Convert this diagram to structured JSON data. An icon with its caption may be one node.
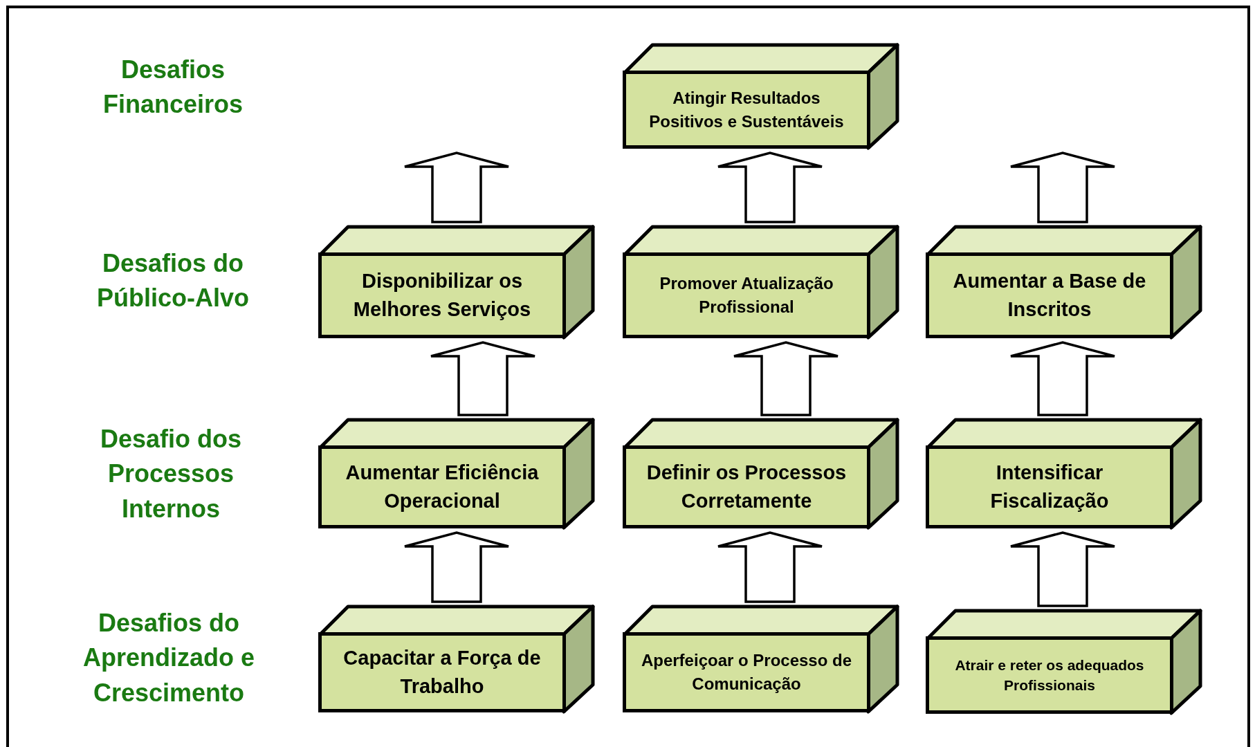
{
  "diagram": {
    "nodes": [
      {
        "text": [
          "Atingir Resultados Positivos e Sustentáveis"
        ]
      },
      {
        "text": [
          "Disponibilizar os Melhores Serviços"
        ]
      },
      {
        "text": [
          "Promover Atualização Profissional"
        ]
      },
      {
        "text": [
          "Aumentar a Base de Inscritos"
        ]
      },
      {
        "text": [
          "Aumentar Eficiência Operacional"
        ]
      },
      {
        "text": [
          "Definir os Processos Corretamente"
        ]
      },
      {
        "text": [
          "Intensificar Fiscalização"
        ]
      },
      {
        "text": [
          "Capacitar a Força de Trabalho"
        ]
      },
      {
        "text": [
          "Aperfeiçoar o Processo de Comunicação"
        ]
      },
      {
        "text": [
          "Atrair e reter os adequados Profissionais"
        ]
      }
    ],
    "edges": [
      {
        "from": 1,
        "to": null,
        "arrow": "to"
      },
      {
        "from": 2,
        "to": 0,
        "arrow": "to"
      },
      {
        "from": 3,
        "to": null,
        "arrow": "to"
      },
      {
        "from": 4,
        "to": 1,
        "arrow": "to"
      },
      {
        "from": 5,
        "to": 2,
        "arrow": "to"
      },
      {
        "from": 6,
        "to": 3,
        "arrow": "to"
      },
      {
        "from": 7,
        "to": 4,
        "arrow": "to"
      },
      {
        "from": 8,
        "to": 5,
        "arrow": "to"
      },
      {
        "from": 9,
        "to": 6,
        "arrow": "to"
      }
    ],
    "labels": [
      "Desafios Financeiros",
      "Desafios do Público-Alvo",
      "Desafio dos Processos Internos",
      "Desafios do Aprendizado e Crescimento"
    ]
  }
}
